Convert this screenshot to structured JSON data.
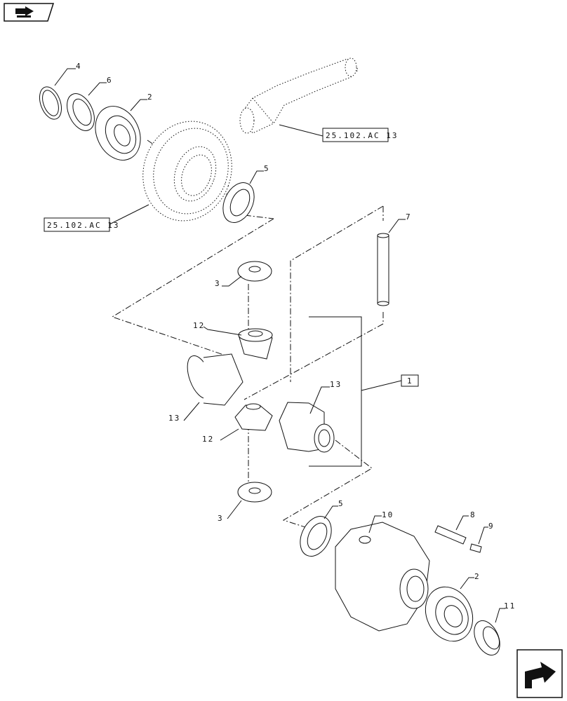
{
  "nav": {
    "top_icon": "book-arrow-icon",
    "bottom_icon": "next-page-arrow-icon"
  },
  "references": [
    {
      "label": "25.102.AC 13"
    },
    {
      "label": "25.102.AC 13"
    }
  ],
  "assembly_box": {
    "label": "1"
  },
  "callouts": [
    {
      "label": "4"
    },
    {
      "label": "6"
    },
    {
      "label": "2"
    },
    {
      "label": "5"
    },
    {
      "label": "7"
    },
    {
      "label": "3"
    },
    {
      "label": "12"
    },
    {
      "label": "13"
    },
    {
      "label": "13"
    },
    {
      "label": "12"
    },
    {
      "label": "3"
    },
    {
      "label": "5"
    },
    {
      "label": "10"
    },
    {
      "label": "8"
    },
    {
      "label": "9"
    },
    {
      "label": "2"
    },
    {
      "label": "11"
    }
  ]
}
